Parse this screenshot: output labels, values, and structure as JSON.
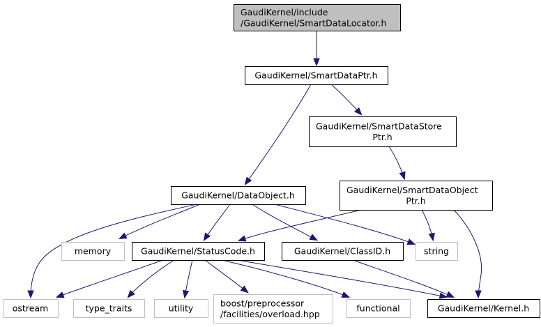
{
  "diagram": {
    "type": "include-dependency-graph",
    "colors": {
      "edge": "#191970",
      "root_fill": "#bfbfbf",
      "node_border": "#000000",
      "system_border": "#bfbfbf",
      "node_fill": "#ffffff",
      "text": "#000000"
    },
    "nodes": [
      {
        "id": "smartdatalocator",
        "lines": [
          "GaudiKernel/include",
          "/GaudiKernel/SmartDataLocator.h"
        ],
        "kind": "root"
      },
      {
        "id": "smartdataptr",
        "lines": [
          "GaudiKernel/SmartDataPtr.h"
        ],
        "kind": "project"
      },
      {
        "id": "smartdatastoreptr",
        "lines": [
          "GaudiKernel/SmartDataStore",
          "Ptr.h"
        ],
        "kind": "project"
      },
      {
        "id": "dataobject",
        "lines": [
          "GaudiKernel/DataObject.h"
        ],
        "kind": "project"
      },
      {
        "id": "smartdataobjectptr",
        "lines": [
          "GaudiKernel/SmartDataObject",
          "Ptr.h"
        ],
        "kind": "project"
      },
      {
        "id": "memory",
        "lines": [
          "memory"
        ],
        "kind": "system"
      },
      {
        "id": "statuscode",
        "lines": [
          "GaudiKernel/StatusCode.h"
        ],
        "kind": "project"
      },
      {
        "id": "classid",
        "lines": [
          "GaudiKernel/ClassID.h"
        ],
        "kind": "project"
      },
      {
        "id": "string",
        "lines": [
          "string"
        ],
        "kind": "system"
      },
      {
        "id": "ostream",
        "lines": [
          "ostream"
        ],
        "kind": "system"
      },
      {
        "id": "type_traits",
        "lines": [
          "type_traits"
        ],
        "kind": "system"
      },
      {
        "id": "utility",
        "lines": [
          "utility"
        ],
        "kind": "system"
      },
      {
        "id": "overload",
        "lines": [
          "boost/preprocessor",
          "/facilities/overload.hpp"
        ],
        "kind": "system"
      },
      {
        "id": "functional",
        "lines": [
          "functional"
        ],
        "kind": "system"
      },
      {
        "id": "kernel",
        "lines": [
          "GaudiKernel/Kernel.h"
        ],
        "kind": "project"
      }
    ],
    "edges": [
      {
        "from": "smartdatalocator",
        "to": "smartdataptr"
      },
      {
        "from": "smartdataptr",
        "to": "smartdatastoreptr"
      },
      {
        "from": "smartdataptr",
        "to": "dataobject"
      },
      {
        "from": "smartdatastoreptr",
        "to": "smartdataobjectptr"
      },
      {
        "from": "dataobject",
        "to": "ostream"
      },
      {
        "from": "dataobject",
        "to": "memory"
      },
      {
        "from": "dataobject",
        "to": "statuscode"
      },
      {
        "from": "dataobject",
        "to": "classid"
      },
      {
        "from": "dataobject",
        "to": "string"
      },
      {
        "from": "smartdataobjectptr",
        "to": "statuscode"
      },
      {
        "from": "smartdataobjectptr",
        "to": "string"
      },
      {
        "from": "smartdataobjectptr",
        "to": "kernel"
      },
      {
        "from": "statuscode",
        "to": "ostream"
      },
      {
        "from": "statuscode",
        "to": "type_traits"
      },
      {
        "from": "statuscode",
        "to": "utility"
      },
      {
        "from": "statuscode",
        "to": "overload"
      },
      {
        "from": "statuscode",
        "to": "functional"
      },
      {
        "from": "statuscode",
        "to": "kernel"
      },
      {
        "from": "classid",
        "to": "kernel"
      }
    ]
  }
}
